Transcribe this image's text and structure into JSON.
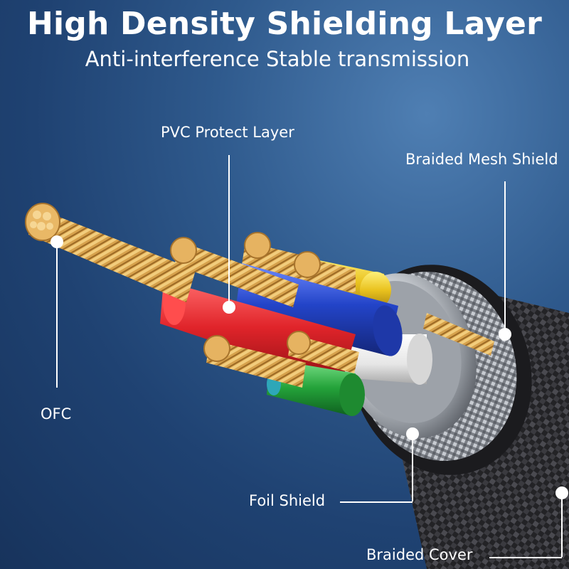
{
  "header": {
    "title": "High Density Shielding Layer",
    "subtitle": "Anti-interference  Stable transmission"
  },
  "callouts": {
    "pvc": "PVC Protect Layer",
    "mesh": "Braided Mesh Shield",
    "ofc": "OFC",
    "foil": "Foil Shield",
    "cover": "Braided Cover"
  },
  "colors": {
    "background": "#2a5283",
    "copper": "#d9a552",
    "red": "#e0242a",
    "blue": "#2344c8",
    "yellow": "#e9c21e",
    "green": "#24a33a",
    "white": "#f0f0f0",
    "teal": "#2ea7b8",
    "braid": "#2b2b2e"
  }
}
